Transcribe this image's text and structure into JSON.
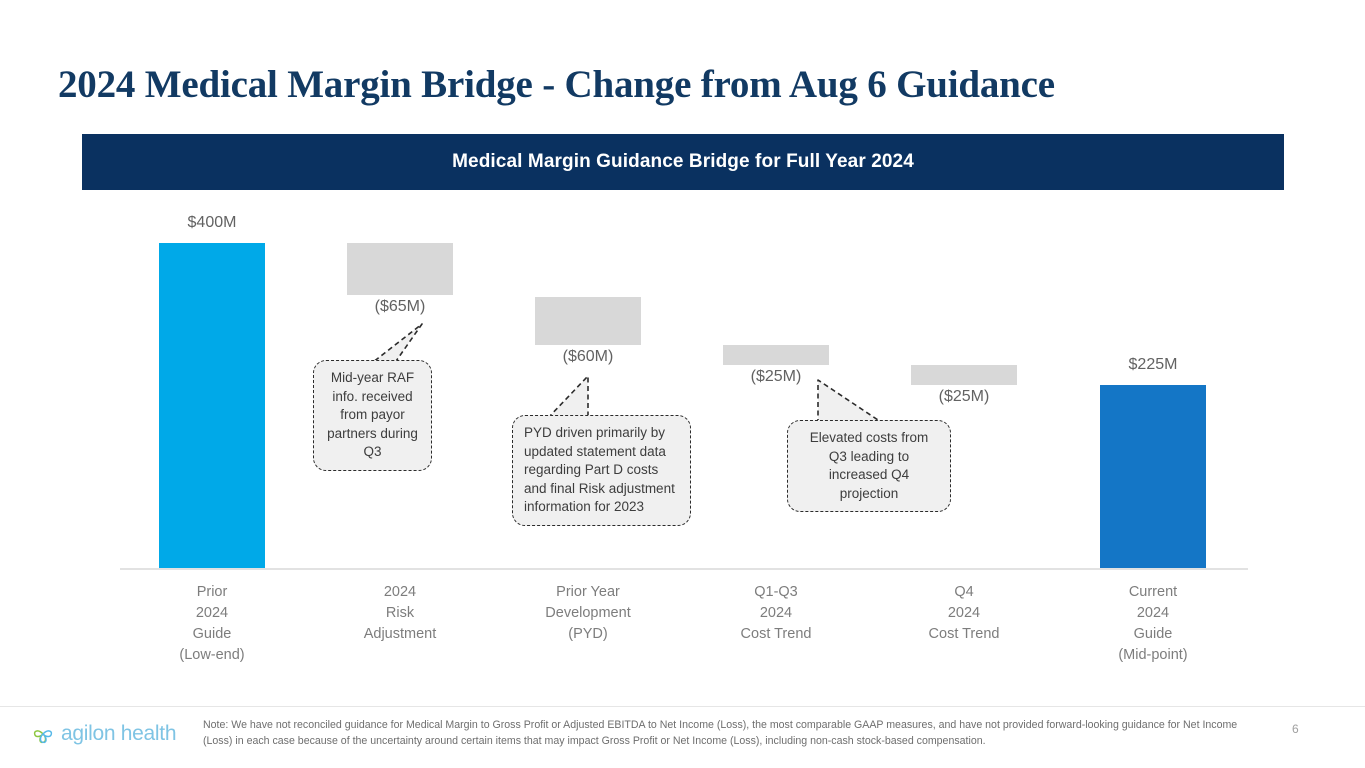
{
  "slide": {
    "title": "2024 Medical Margin Bridge - Change from Aug 6 Guidance",
    "page_number": "6",
    "colors": {
      "title_navy": "#123a63",
      "banner_navy": "#0a3160",
      "bar_light_blue": "#00a9e8",
      "bar_dark_blue": "#1476c6",
      "bar_gray": "#d8d8d8",
      "callout_fill": "#f0f0f0",
      "callout_border": "#2b2b2b"
    }
  },
  "banner": {
    "text": "Medical Margin Guidance Bridge for Full Year 2024"
  },
  "chart_data": {
    "type": "bar",
    "title": "Medical Margin Guidance Bridge for Full Year 2024",
    "xlabel": "",
    "ylabel": "",
    "ylim": [
      0,
      420
    ],
    "grid": false,
    "legend": "none",
    "categories": [
      "Prior 2024 Guide (Low-end)",
      "2024 Risk Adjustment",
      "Prior Year Development (PYD)",
      "Q1-Q3 2024 Cost Trend",
      "Q4 2024 Cost Trend",
      "Current 2024 Guide (Mid-point)"
    ],
    "category_lines": [
      [
        "Prior",
        "2024",
        "Guide",
        "(Low-end)"
      ],
      [
        "2024",
        "Risk",
        "Adjustment"
      ],
      [
        "Prior Year",
        "Development",
        "(PYD)"
      ],
      [
        "Q1-Q3",
        "2024",
        "Cost Trend"
      ],
      [
        "Q4",
        "2024",
        "Cost Trend"
      ],
      [
        "Current",
        "2024",
        "Guide",
        "(Mid-point)"
      ]
    ],
    "values": [
      400,
      -65,
      -60,
      -25,
      -25,
      225
    ],
    "value_labels": [
      "$400M",
      "($65M)",
      "($60M)",
      "($25M)",
      "($25M)",
      "$225M"
    ],
    "bar_kinds": [
      "total-start",
      "delta",
      "delta",
      "delta",
      "delta",
      "total-end"
    ],
    "cumulative_top": [
      400,
      400,
      335,
      275,
      250,
      225
    ],
    "cumulative_bottom": [
      0,
      335,
      275,
      250,
      225,
      0
    ],
    "units": "USD millions"
  },
  "callouts": [
    {
      "id": "risk-adjustment-callout",
      "text": "Mid-year RAF info. received from payor partners during Q3",
      "align": "center"
    },
    {
      "id": "pyd-callout",
      "text": "PYD driven primarily by updated statement data regarding Part D costs and final Risk adjustment information for 2023",
      "align": "left"
    },
    {
      "id": "cost-trend-callout",
      "text": "Elevated costs from Q3 leading to increased Q4 projection",
      "align": "center"
    }
  ],
  "footer": {
    "logo_text": "agilon health",
    "note": "Note: We have not reconciled guidance for Medical Margin to Gross Profit or Adjusted EBITDA to Net Income (Loss), the most comparable GAAP measures, and have not provided forward-looking guidance for Net Income (Loss) in each case because of the uncertainty around certain items that may impact Gross Profit or Net Income (Loss), including non-cash stock-based compensation."
  }
}
